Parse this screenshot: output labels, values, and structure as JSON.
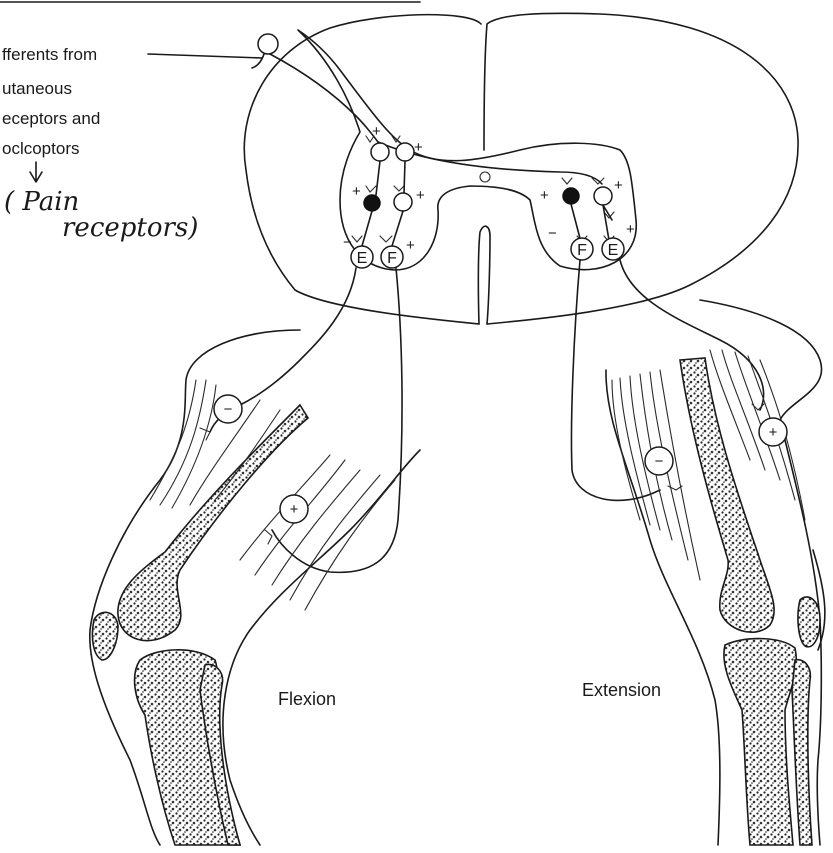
{
  "afferent_label": {
    "lines": [
      "fferents from",
      "utaneous",
      "eceptors and",
      "oclcoptors"
    ]
  },
  "handwritten_note": {
    "lines": [
      "( Pain",
      "receptors)"
    ]
  },
  "neuron_labels": {
    "extensor": "E",
    "flexor": "F"
  },
  "signs": {
    "excite": "+",
    "inhibit": "−"
  },
  "panels": {
    "left": "Flexion",
    "right": "Extension"
  },
  "colors": {
    "ink": "#1a1a1a",
    "paper": "#ffffff"
  }
}
